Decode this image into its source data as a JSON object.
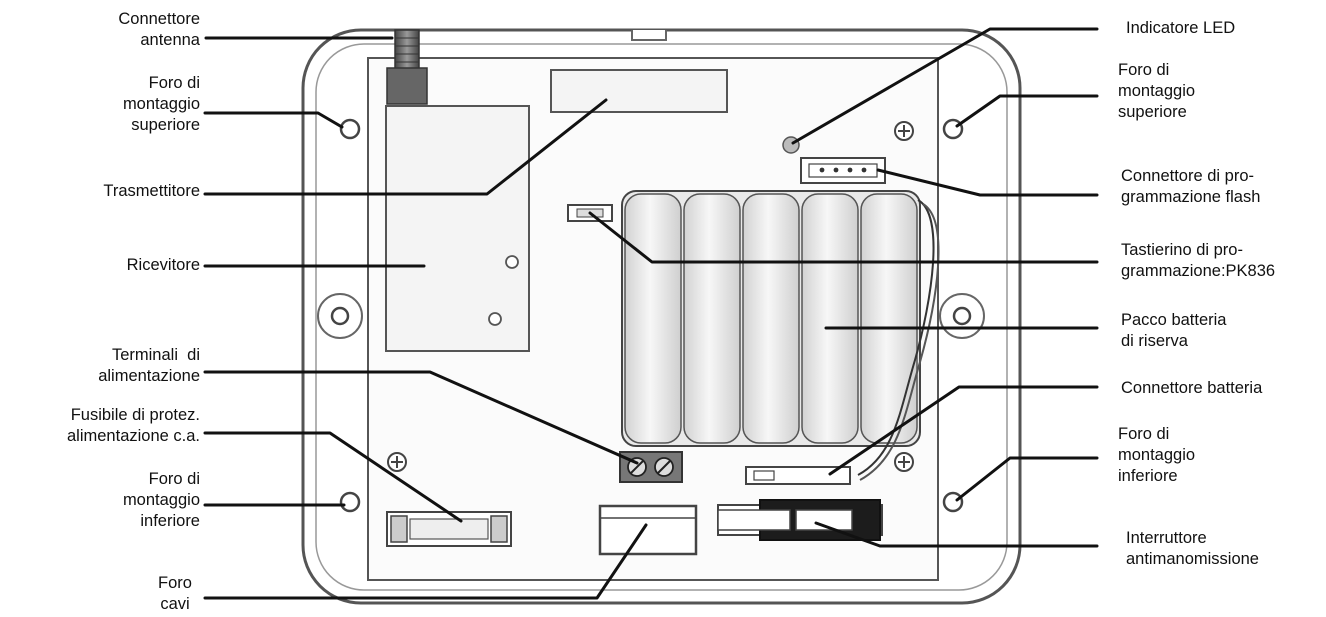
{
  "labels": {
    "connettore_antenna": "Connettore\nantenna",
    "foro_montaggio_superiore_left": "Foro di\nmontaggio\nsuperiore",
    "trasmettitore": "Trasmettitore",
    "ricevitore": "Ricevitore",
    "terminali_alimentazione": "Terminali  di\nalimentazione",
    "fusibile": "Fusibile di protez.\nalimentazione c.a.",
    "foro_montaggio_inferiore_left": "Foro di\nmontaggio\ninferiore",
    "foro_cavi": "Foro\ncavi",
    "indicatore_led": "Indicatore LED",
    "foro_montaggio_superiore_right": "Foro di\nmontaggio\nsuperiore",
    "connettore_programmazione_flash": "Connettore di pro-\ngrammazione flash",
    "tastierino_programmazione": "Tastierino di pro-\ngrammazione:PK836",
    "pacco_batteria": "Pacco batteria\ndi riserva",
    "connettore_batteria": "Connettore batteria",
    "foro_montaggio_inferiore_right": "Foro di\nmontaggio\ninferiore",
    "interruttore_antimanomissione": "Interruttore\nantimanomissione"
  },
  "colors": {
    "line": "#111111",
    "housing": "#666666",
    "fill": "#f3f3f3",
    "battery": "#e9e9e9",
    "dark": "#333333"
  }
}
